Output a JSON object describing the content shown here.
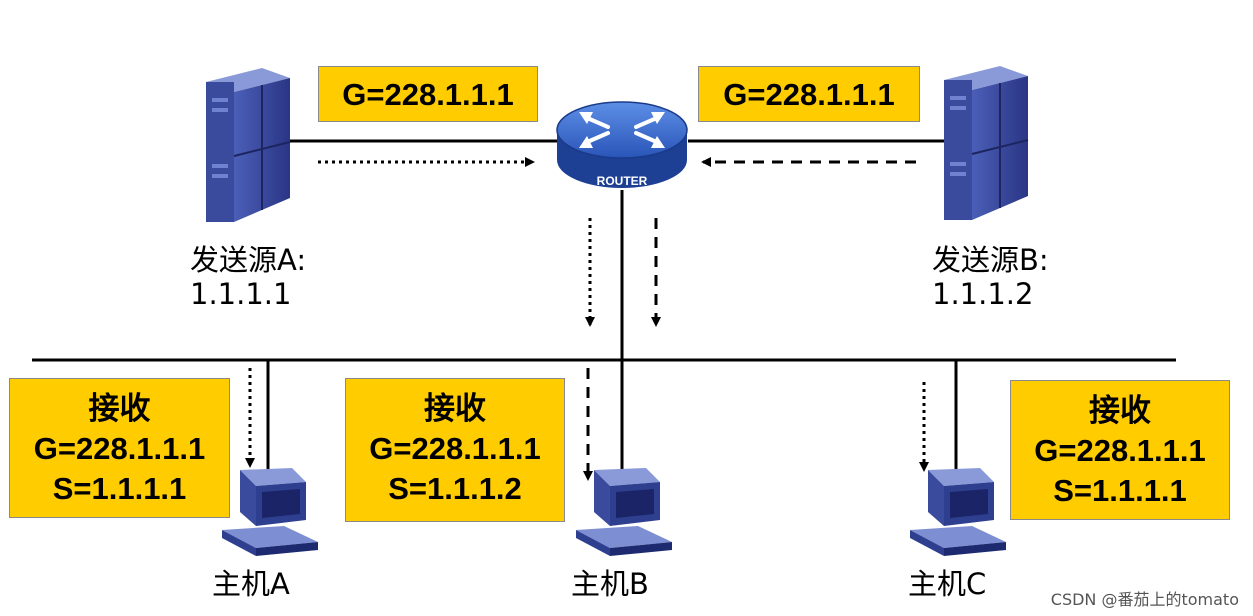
{
  "sources": [
    {
      "name": "发送源A:",
      "ip": "1.1.1.1",
      "group_tag": "G=228.1.1.1"
    },
    {
      "name": "发送源B:",
      "ip": "1.1.1.2",
      "group_tag": "G=228.1.1.1"
    }
  ],
  "router": {
    "label": "ROUTER"
  },
  "hosts": [
    {
      "name": "主机A",
      "recv_title": "接收",
      "group": "G=228.1.1.1",
      "source": "S=1.1.1.1"
    },
    {
      "name": "主机B",
      "recv_title": "接收",
      "group": "G=228.1.1.1",
      "source": "S=1.1.1.2"
    },
    {
      "name": "主机C",
      "recv_title": "接收",
      "group": "G=228.1.1.1",
      "source": "S=1.1.1.1"
    }
  ],
  "watermark": "CSDN @番茄上的tomato",
  "colors": {
    "label_fill": "#ffcc00",
    "device_blue": "#2f3f8f",
    "router_blue": "#2e5fc4"
  }
}
